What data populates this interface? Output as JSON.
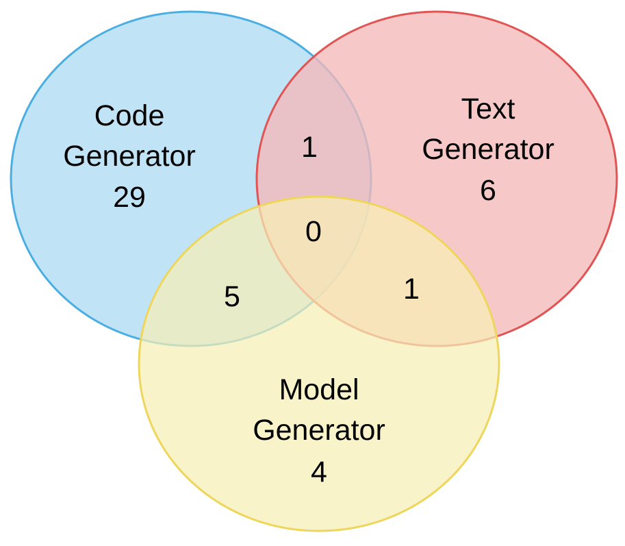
{
  "sets": {
    "code": {
      "name_line1": "Code",
      "name_line2": "Generator",
      "count": "29",
      "fill": "#b5def5",
      "stroke": "#4aaee3"
    },
    "text": {
      "name_line1": "Text",
      "name_line2": "Generator",
      "count": "6",
      "fill": "#f4b8b8",
      "stroke": "#e05454"
    },
    "model": {
      "name_line1": "Model",
      "name_line2": "Generator",
      "count": "4",
      "fill": "#f7eeb6",
      "stroke": "#eed65c"
    }
  },
  "overlaps": {
    "code_text": "1",
    "code_model": "5",
    "text_model": "1",
    "all_three": "0"
  }
}
